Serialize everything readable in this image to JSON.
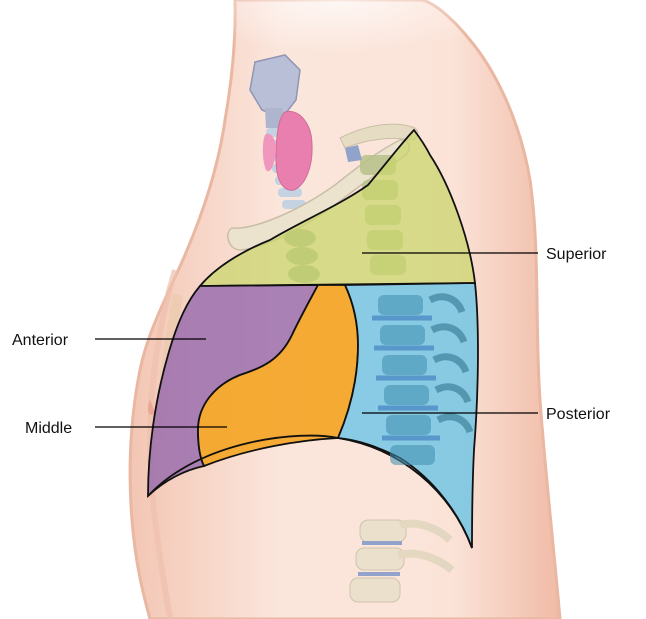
{
  "labels": {
    "superior": "Superior",
    "anterior": "Anterior",
    "middle": "Middle",
    "posterior": "Posterior"
  },
  "colors": {
    "skin": "#f5d3c4",
    "skin_edge": "#e9b7a2",
    "superior": "#c9d66a",
    "anterior": "#9b6fae",
    "middle": "#f3a62a",
    "posterior": "#6fc4e5",
    "thyroid": "#e97fae",
    "bone": "#e8dcc4",
    "spine": "#7f8fb0"
  },
  "icons": {
    "body": "torso-sagittal-illustration",
    "spine": "vertebral-column-illustration",
    "thyroid": "thyroid-illustration"
  }
}
